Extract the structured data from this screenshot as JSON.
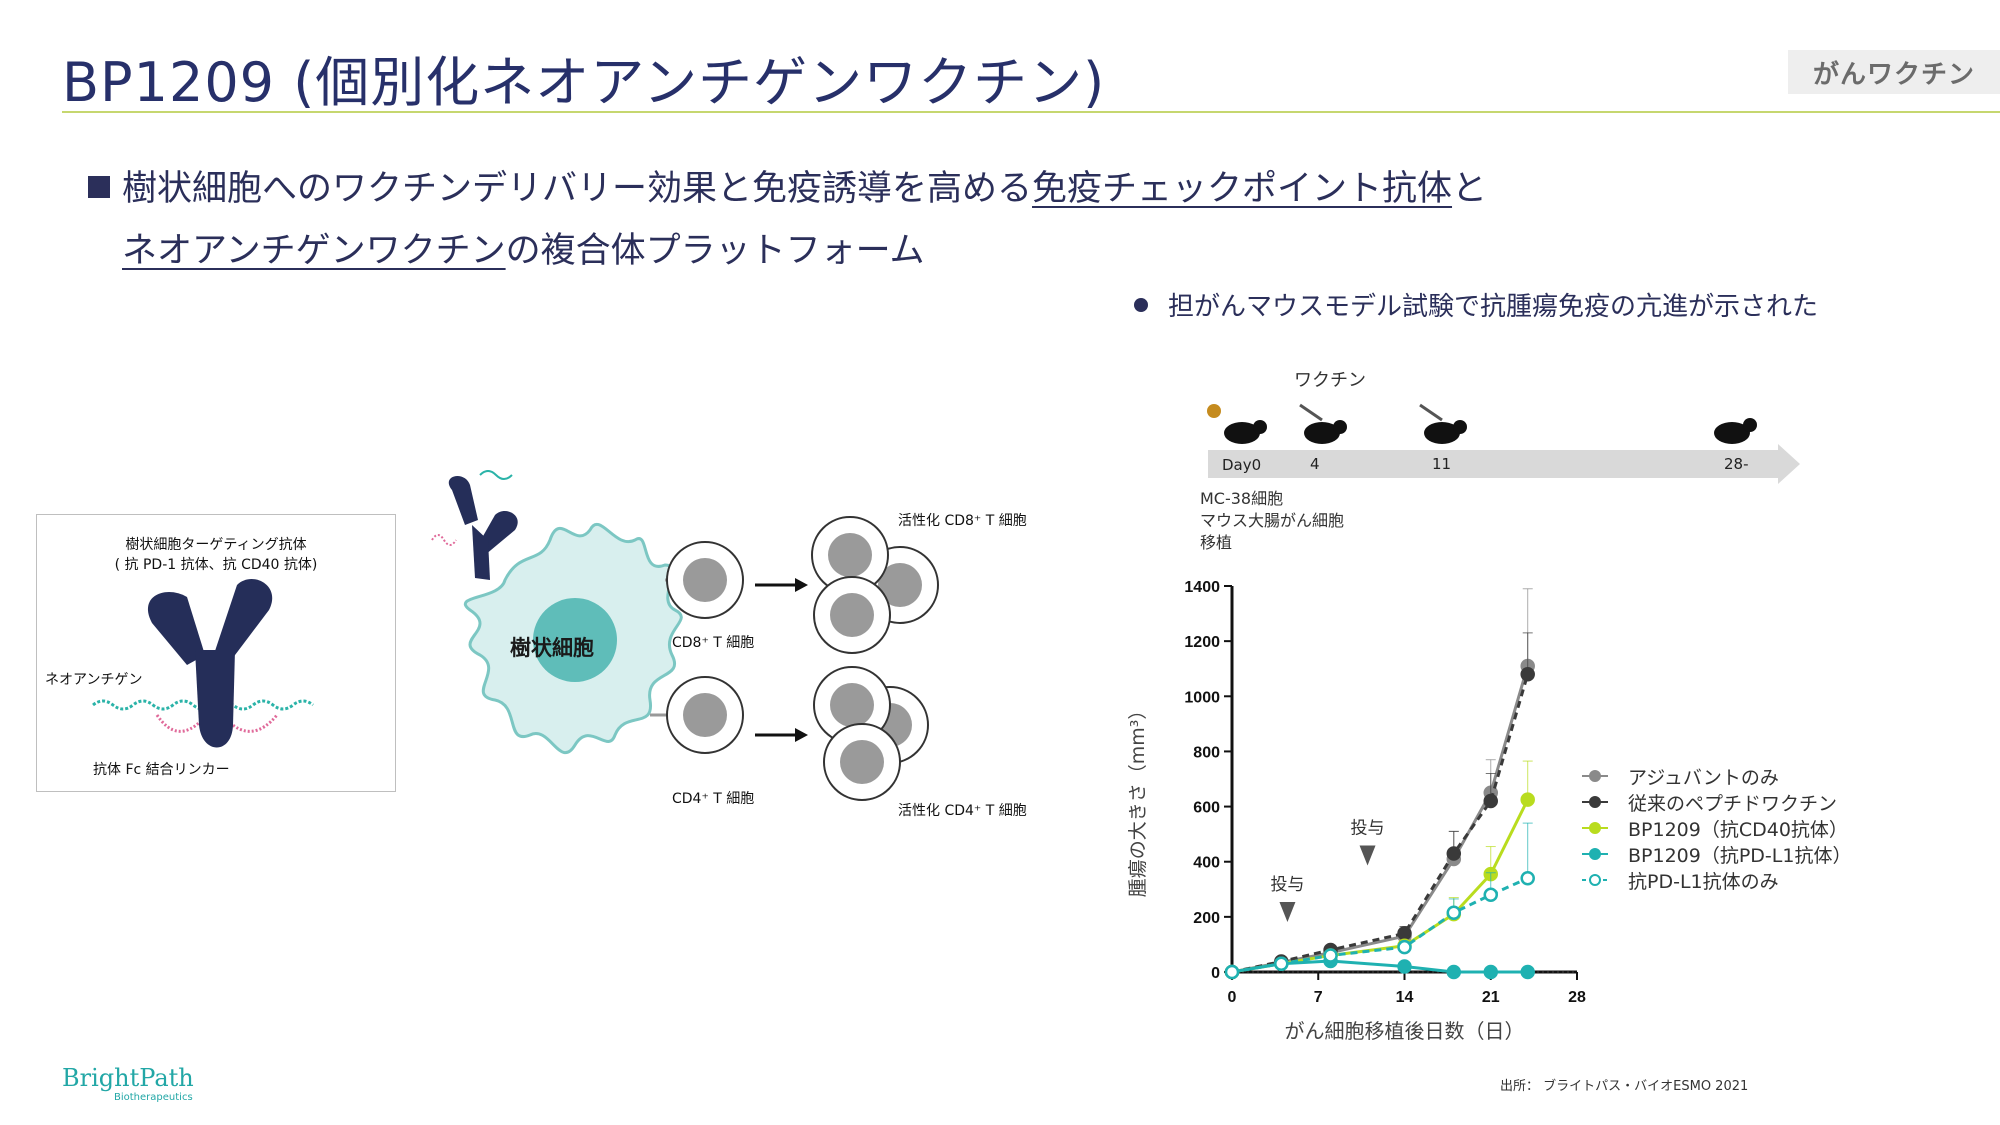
{
  "header": {
    "title": "BP1209 (個別化ネオアンチゲンワクチン)",
    "category": "がんワクチン"
  },
  "headline": {
    "part1": "樹状細胞へのワクチンデリバリー効果と免疫誘導を高める",
    "part2_underlined": "免疫チェックポイント抗体",
    "part3": "と",
    "part4_underlined": "ネオアンチゲンワクチン",
    "part5": "の複合体プラットフォーム"
  },
  "bullet": "担がんマウスモデル試験で抗腫瘍免疫の亢進が示された",
  "diagram": {
    "antibody_title_line1": "樹状細胞ターゲティング抗体",
    "antibody_title_line2": "( 抗 PD-1 抗体、抗 CD40 抗体)",
    "neoantigen": "ネオアンチゲン",
    "linker": "抗体 Fc 結合リンカー",
    "dendritic_cell": "樹状細胞",
    "cd8_cell": "CD8⁺ T 細胞",
    "cd4_cell": "CD4⁺ T 細胞",
    "activated_cd8": "活性化 CD8⁺ T 細胞",
    "activated_cd4": "活性化 CD4⁺ T 細胞"
  },
  "timeline": {
    "vaccine_label": "ワクチン",
    "days": [
      "Day0",
      "4",
      "11",
      "28-"
    ],
    "implant_line1": "MC-38細胞",
    "implant_line2": "マウス大腸がん細胞",
    "implant_line3": "移植"
  },
  "legend": [
    {
      "label": "アジュバントのみ",
      "color": "#8a8a8a",
      "hollow": false
    },
    {
      "label": "従来のペプチドワクチン",
      "color": "#3a3a3a",
      "hollow": false
    },
    {
      "label": "BP1209（抗CD40抗体）",
      "color": "#b9dc1e",
      "hollow": false
    },
    {
      "label": "BP1209（抗PD-L1抗体）",
      "color": "#1fb1b1",
      "hollow": false
    },
    {
      "label": "抗PD-L1抗体のみ",
      "color": "#1fb1b1",
      "hollow": true
    }
  ],
  "chart_data": {
    "type": "line",
    "xlabel": "がん細胞移植後日数（日）",
    "ylabel": "腫瘍の大きさ（mm³）",
    "xlim": [
      0,
      28
    ],
    "ylim": [
      0,
      1400
    ],
    "xticks": [
      0,
      7,
      14,
      21,
      28
    ],
    "yticks": [
      0,
      200,
      400,
      600,
      800,
      1000,
      1200,
      1400
    ],
    "annotations": [
      {
        "text": "投与",
        "x": 4.5
      },
      {
        "text": "投与",
        "x": 11
      }
    ],
    "series": [
      {
        "name": "アジュバントのみ",
        "color": "#8a8a8a",
        "dashed": false,
        "hollow": false,
        "x": [
          0,
          4,
          8,
          14,
          18,
          21,
          24
        ],
        "y": [
          0,
          35,
          70,
          130,
          410,
          650,
          1110
        ],
        "err": [
          0,
          5,
          15,
          30,
          100,
          120,
          280
        ]
      },
      {
        "name": "従来のペプチドワクチン",
        "color": "#3a3a3a",
        "dashed": true,
        "hollow": false,
        "x": [
          0,
          4,
          8,
          14,
          18,
          21,
          24
        ],
        "y": [
          0,
          38,
          80,
          140,
          430,
          620,
          1080
        ],
        "err": [
          0,
          5,
          15,
          25,
          80,
          100,
          150
        ]
      },
      {
        "name": "BP1209（抗CD40抗体）",
        "color": "#b9dc1e",
        "dashed": false,
        "hollow": false,
        "x": [
          0,
          4,
          8,
          14,
          18,
          21,
          24
        ],
        "y": [
          0,
          30,
          60,
          95,
          210,
          355,
          625
        ],
        "err": [
          0,
          5,
          10,
          20,
          60,
          100,
          140
        ]
      },
      {
        "name": "BP1209（抗PD-L1抗体）",
        "color": "#1fb1b1",
        "dashed": false,
        "hollow": false,
        "x": [
          0,
          4,
          8,
          14,
          18,
          21,
          24
        ],
        "y": [
          0,
          30,
          40,
          20,
          0,
          0,
          0
        ],
        "err": [
          0,
          5,
          8,
          5,
          0,
          0,
          0
        ]
      },
      {
        "name": "抗PD-L1抗体のみ",
        "color": "#1fb1b1",
        "dashed": true,
        "hollow": true,
        "x": [
          0,
          4,
          8,
          14,
          18,
          21,
          24
        ],
        "y": [
          0,
          30,
          60,
          90,
          215,
          280,
          340
        ],
        "err": [
          0,
          5,
          10,
          20,
          50,
          80,
          200
        ]
      }
    ]
  },
  "source": "出所：  ブライトパス・バイオESMO 2021",
  "logo": {
    "name": "BrightPath",
    "sub": "Biotherapeutics"
  }
}
